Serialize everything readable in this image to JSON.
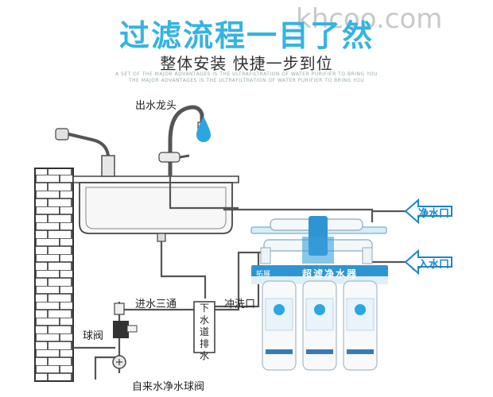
{
  "watermark": "khcoo.com",
  "header": {
    "title": "过滤流程一目了然",
    "subtitle": "整体安装 快捷一步到位",
    "fine_print_1": "A SET OF THE MAJOR ADVANTAGES IS THE ULTRAFILTRATION OF WATER PURIFIER TO BRING YOU",
    "fine_print_2": "THE MAJOR ADVANTAGES IS THE ULTRAFILTRATION OF WATER PURIFIER TO BRING YOU"
  },
  "labels": {
    "faucet": "出水龙头",
    "clean_outlet": "净水口",
    "water_inlet": "入水口",
    "inlet_tee": "进水三通",
    "flush_port": "冲洗口",
    "drain": "下水道排水",
    "ball_valve": "球阀",
    "tap_ball_valve": "自来水净水球阀"
  },
  "purifier": {
    "brand": "拓展",
    "panel_label": "超滤净水器"
  },
  "colors": {
    "title": "#35b3e3",
    "pipe": "#555555",
    "arrow": "#1d86c8",
    "drop": "#2aa7e0"
  }
}
